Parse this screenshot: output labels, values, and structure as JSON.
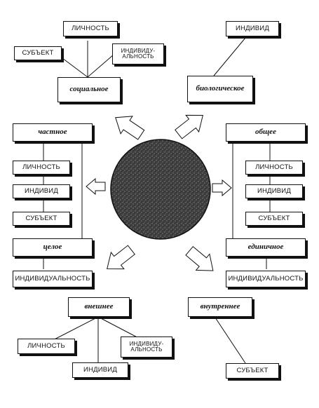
{
  "center": {
    "fill_color": "#3a3a3a"
  },
  "categories": {
    "social": "социальное",
    "biological": "биологическое",
    "particular": "частное",
    "general": "общее",
    "whole": "целое",
    "single": "единичное",
    "external": "внешнее",
    "internal": "внутреннее"
  },
  "terms": {
    "top_left": {
      "personality": "ЛИЧНОСТЬ",
      "subject": "СУБЪЕКТ",
      "individuality": "ИНДИВИДУ-\nАЛЬНОСТЬ"
    },
    "top_right": {
      "individual": "ИНДИВИД"
    },
    "left": {
      "personality": "ЛИЧНОСТЬ",
      "individual": "ИНДИВИД",
      "subject": "СУБЪЕКТ"
    },
    "right": {
      "personality": "ЛИЧНОСТЬ",
      "individual": "ИНДИВИД",
      "subject": "СУБЪЕКТ"
    },
    "mid_left": {
      "individuality": "ИНДИВИДУАЛЬНОСТЬ"
    },
    "mid_right": {
      "individuality": "ИНДИВИДУАЛЬНОСТЬ"
    },
    "bottom_left": {
      "personality": "ЛИЧНОСТЬ",
      "individual": "ИНДИВИД",
      "individuality": "ИНДИВИДУ-\nАЛЬНОСТЬ"
    },
    "bottom_right": {
      "subject": "СУБЪЕКТ"
    }
  }
}
